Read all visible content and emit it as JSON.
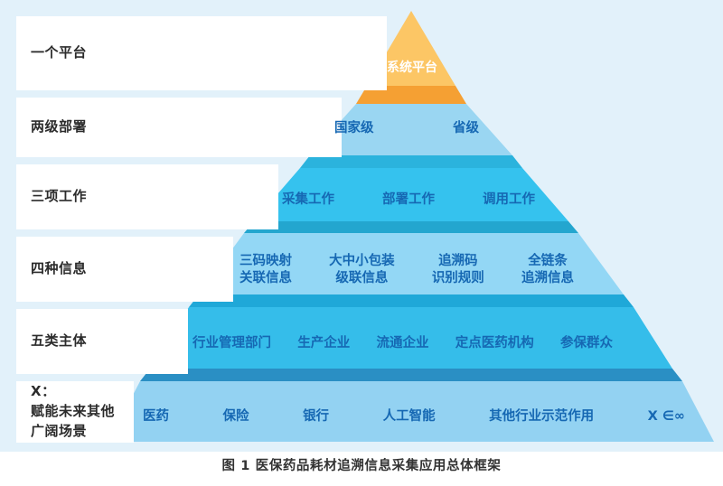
{
  "figure": {
    "caption": "图 1 医保药品耗材追溯信息采集应用总体框架",
    "background_color": "#e2f1fa",
    "panel_color": "#ffffff"
  },
  "colors": {
    "apex_face": "#fcc665",
    "apex_base": "#f5a033",
    "level2_face": "#9ad6f2",
    "level2_base": "#2bb3dd",
    "level3_face": "#35c2ee",
    "level3_base": "#23a6cf",
    "level4_face": "#93d7f5",
    "level4_base": "#1fa8d8",
    "level5_face": "#35bdea",
    "level5_base": "#2a8fc4",
    "level6_face": "#93d2f2",
    "text_blue": "#1668b3",
    "label_text": "#2b2b2b"
  },
  "levels": [
    {
      "id": "one-platform",
      "label": "一个平台",
      "items": [
        "系统平台"
      ]
    },
    {
      "id": "two-level-deployment",
      "label": "两级部署",
      "items": [
        "国家级",
        "省级"
      ]
    },
    {
      "id": "three-tasks",
      "label": "三项工作",
      "items": [
        "采集工作",
        "部署工作",
        "调用工作"
      ]
    },
    {
      "id": "four-information",
      "label": "四种信息",
      "items": [
        {
          "line1": "三码映射",
          "line2": "关联信息"
        },
        {
          "line1": "大中小包装",
          "line2": "级联信息"
        },
        {
          "line1": "追溯码",
          "line2": "识别规则"
        },
        {
          "line1": "全链条",
          "line2": "追溯信息"
        }
      ]
    },
    {
      "id": "five-subjects",
      "label": "五类主体",
      "items": [
        "行业管理部门",
        "生产企业",
        "流通企业",
        "定点医药机构",
        "参保群众"
      ]
    },
    {
      "id": "x-scenarios",
      "label": "X：\n赋能未来其他\n广阔场景",
      "items": [
        "医药",
        "保险",
        "银行",
        "人工智能",
        "其他行业示范作用",
        "X ∈∞"
      ]
    }
  ]
}
